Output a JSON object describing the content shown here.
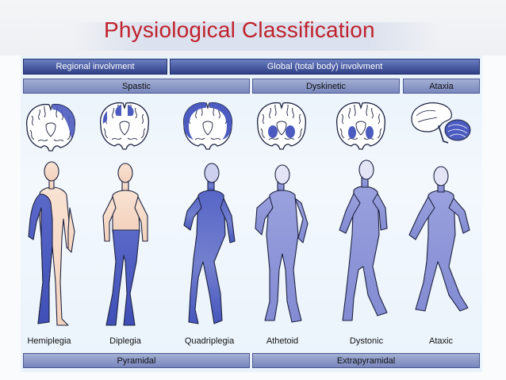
{
  "slide": {
    "title": "Physiological Classification"
  },
  "figure": {
    "top_headers": {
      "regional": "Regional involvment",
      "global": "Global (total body) involvment"
    },
    "categories": {
      "spastic": "Spastic",
      "dyskinetic": "Dyskinetic",
      "ataxia": "Ataxia"
    },
    "panels": [
      {
        "label": "Hemiplegia"
      },
      {
        "label": "Diplegia"
      },
      {
        "label": "Quadriplegia"
      },
      {
        "label": "Athetoid"
      },
      {
        "label": "Dystonic"
      },
      {
        "label": "Ataxic"
      }
    ],
    "bottom_tracts": {
      "pyramidal": "Pyramidal",
      "extrapyramidal": "Extrapyramidal"
    },
    "colors": {
      "title": "#c0212b",
      "header_bar": "#2f3f86",
      "category_bar": "#8a97c8",
      "affected_limb": "#4b5bbf",
      "unaffected_skin": "#f6d9c7",
      "figure_fill": "#8c94d8",
      "outline": "#1e2340"
    }
  }
}
